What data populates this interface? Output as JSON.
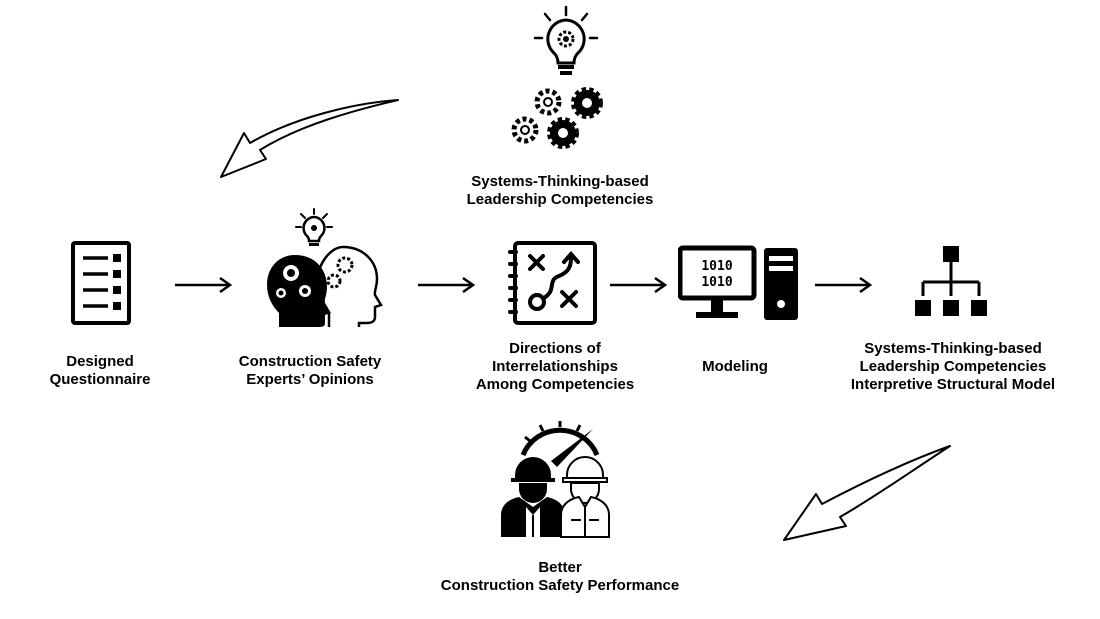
{
  "diagram": {
    "top": {
      "label_line1": "Systems-Thinking-based",
      "label_line2": "Leadership Competencies",
      "icon": "lightbulb-gears-icon"
    },
    "steps": [
      {
        "line1": "Designed",
        "line2": "Questionnaire",
        "icon": "checklist-icon"
      },
      {
        "line1": "Construction Safety",
        "line2": "Experts’ Opinions",
        "icon": "experts-heads-icon"
      },
      {
        "line1": "Directions of",
        "line2": "Interrelationships",
        "line3": "Among Competencies",
        "icon": "strategy-board-icon"
      },
      {
        "line1": "Modeling",
        "icon": "computer-icon"
      },
      {
        "line1": "Systems-Thinking-based",
        "line2": "Leadership Competencies",
        "line3": "Interpretive Structural Model",
        "icon": "hierarchy-icon"
      }
    ],
    "bottom": {
      "label_line1": "Better",
      "label_line2": "Construction Safety Performance",
      "icon": "gauge-workers-icon"
    },
    "colors": {
      "stroke": "#000000",
      "background": "#ffffff"
    }
  }
}
